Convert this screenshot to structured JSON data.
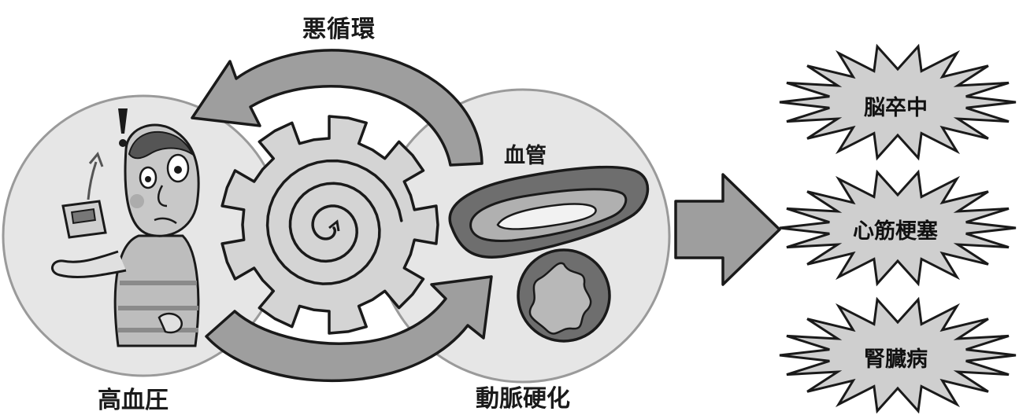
{
  "labels": {
    "cycle_title": "悪循環",
    "vessel": "血管",
    "hypertension": "高血圧",
    "arteriosclerosis": "動脈硬化",
    "alert_mark": "!"
  },
  "outcomes": [
    {
      "label": "脳卒中"
    },
    {
      "label": "心筋梗塞"
    },
    {
      "label": "腎臓病"
    }
  ],
  "icons": {
    "cycle_arrows": "circular-arrow-icon",
    "gear": "gear-icon",
    "spiral": "spiral-icon",
    "person": "worried-man-icon",
    "monitor": "blood-pressure-monitor-icon",
    "vessel": "blood-vessel-icon",
    "result_arrow": "right-arrow-icon",
    "burst": "starburst-icon"
  },
  "colors": {
    "circle_fill": "#e6e6e6",
    "gear_fill": "#d4d4d4",
    "arrow_fill": "#9e9e9e",
    "vessel_dark": "#6e6e6e",
    "burst_fill": "#cfcfcf",
    "outline": "#1a1a1a"
  }
}
